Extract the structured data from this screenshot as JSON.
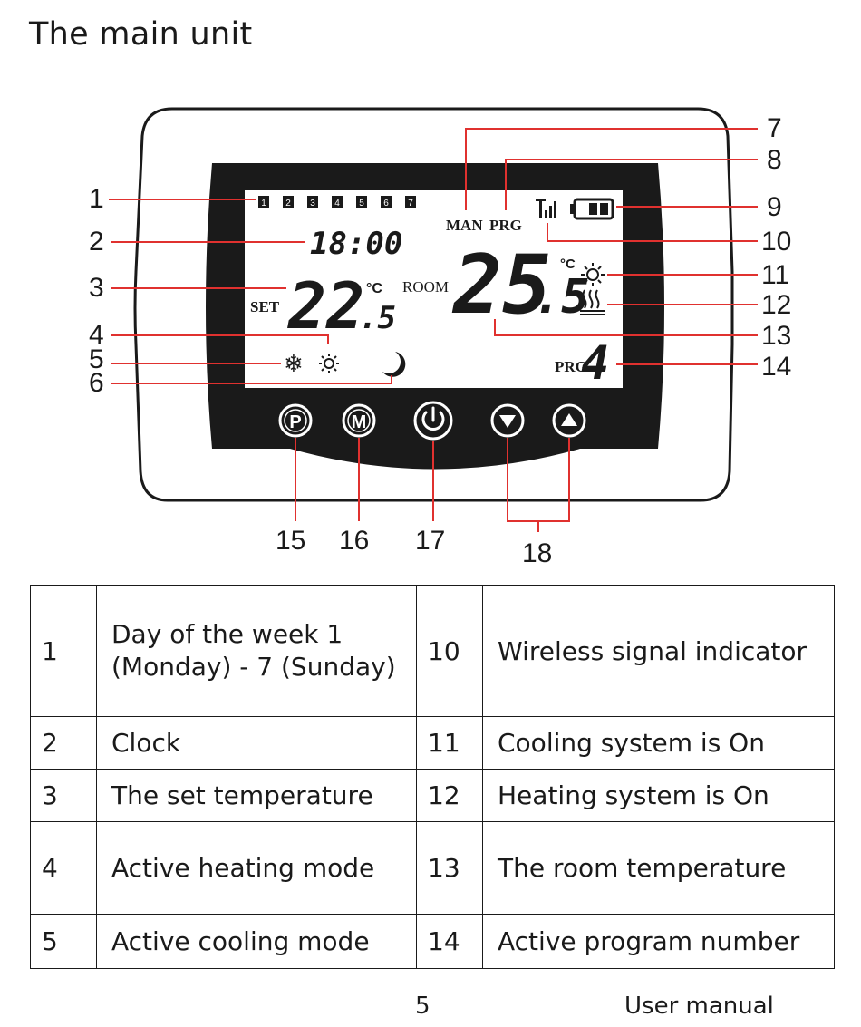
{
  "title": "The main unit",
  "display": {
    "days": [
      "1",
      "2",
      "3",
      "4",
      "5",
      "6",
      "7"
    ],
    "man_label": "MAN",
    "prg_label": "PRG",
    "clock": "18:00",
    "set_label": "SET",
    "set_temp_int": "22",
    "set_temp_dec": ".5",
    "set_unit": "°C",
    "room_label": "ROOM",
    "room_temp_int": "25",
    "room_temp_dec": ".5",
    "room_unit": "°C",
    "prg_small": "PRG",
    "program_number": "4"
  },
  "buttons": [
    {
      "label": "P",
      "icon": "p-button-icon"
    },
    {
      "label": "M",
      "icon": "m-button-icon"
    },
    {
      "label": "",
      "icon": "power-icon"
    },
    {
      "label": "",
      "icon": "down-arrow-icon"
    },
    {
      "label": "",
      "icon": "up-arrow-icon"
    }
  ],
  "callouts": [
    "1",
    "2",
    "3",
    "4",
    "5",
    "6",
    "7",
    "8",
    "9",
    "10",
    "11",
    "12",
    "13",
    "14",
    "15",
    "16",
    "17",
    "18"
  ],
  "legend": [
    {
      "n1": "1",
      "d1": "Day of the week 1 (Monday) - 7 (Sunday)",
      "n2": "10",
      "d2": "Wireless signal indicator"
    },
    {
      "n1": "2",
      "d1": "Clock",
      "n2": "11",
      "d2": "Cooling system is On"
    },
    {
      "n1": "3",
      "d1": "The set temperature",
      "n2": "12",
      "d2": "Heating system is On"
    },
    {
      "n1": "4",
      "d1": "Active heating mode",
      "n2": "13",
      "d2": "The room temperature"
    },
    {
      "n1": "5",
      "d1": "Active cooling mode",
      "n2": "14",
      "d2": "Active program number"
    }
  ],
  "footer": {
    "page": "5",
    "label": "User manual"
  },
  "colors": {
    "callout_line": "#e0312f",
    "body": "#1a1a1a",
    "screen": "#ffffff"
  }
}
